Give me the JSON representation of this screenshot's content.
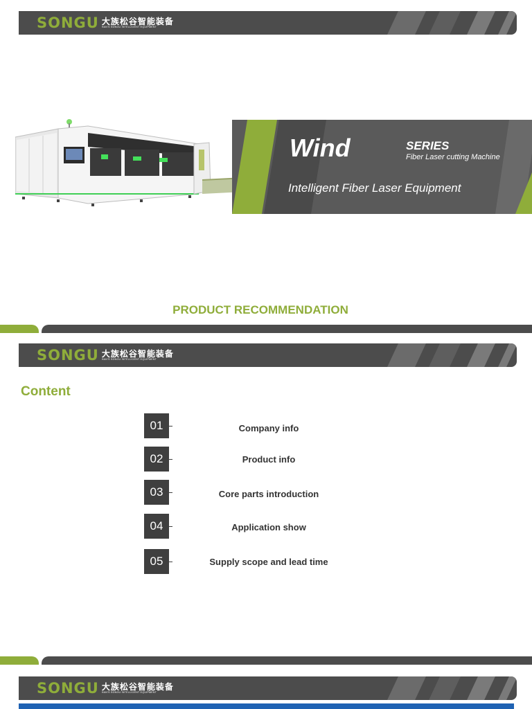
{
  "brand": {
    "logo_word": "SONGU",
    "logo_cn": "大族松谷智能装备",
    "logo_en": "HAN'S SONGU INTELLIGENT EQUIPMENT"
  },
  "slide1": {
    "banner": {
      "title": "Wind",
      "series": "SERIES",
      "series_sub": "Fiber Laser cutting Machine",
      "tagline": "Intelligent Fiber Laser Equipment"
    },
    "heading": "PRODUCT RECOMMENDATION"
  },
  "slide2": {
    "title": "Content",
    "items": [
      {
        "num": "01",
        "label": "Company info"
      },
      {
        "num": "02",
        "label": "Product info"
      },
      {
        "num": "03",
        "label": "Core parts introduction"
      },
      {
        "num": "04",
        "label": "Application show"
      },
      {
        "num": "05",
        "label": "Supply scope and lead time"
      }
    ]
  },
  "colors": {
    "accent_green": "#8fad3a",
    "dark_grey": "#4c4c4c",
    "blue_bar": "#1f62b3"
  }
}
